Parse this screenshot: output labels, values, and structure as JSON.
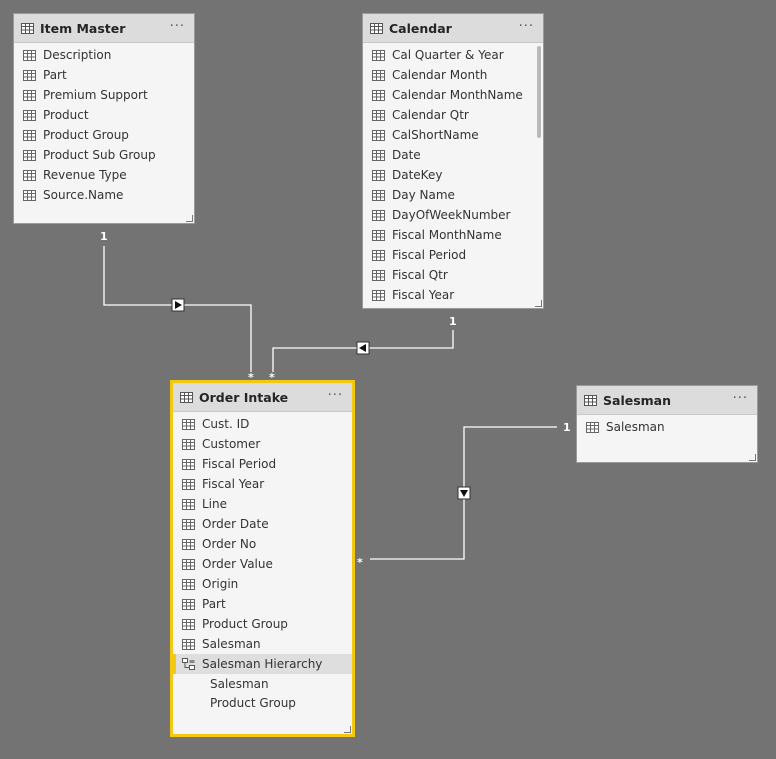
{
  "tables": {
    "item_master": {
      "title": "Item Master",
      "more": "···",
      "fields": [
        "Description",
        "Part",
        "Premium Support",
        "Product",
        "Product Group",
        "Product Sub Group",
        "Revenue Type",
        "Source.Name"
      ]
    },
    "calendar": {
      "title": "Calendar",
      "more": "···",
      "fields": [
        "Cal Quarter & Year",
        "Calendar Month",
        "Calendar MonthName",
        "Calendar Qtr",
        "CalShortName",
        "Date",
        "DateKey",
        "Day Name",
        "DayOfWeekNumber",
        "Fiscal MonthName",
        "Fiscal Period",
        "Fiscal Qtr",
        "Fiscal Year"
      ]
    },
    "order_intake": {
      "title": "Order Intake",
      "more": "···",
      "fields": [
        "Cust. ID",
        "Customer",
        "Fiscal Period",
        "Fiscal Year",
        "Line",
        "Order Date",
        "Order No",
        "Order Value",
        "Origin",
        "Part",
        "Product Group",
        "Salesman"
      ],
      "hierarchy": {
        "label": "Salesman Hierarchy",
        "levels": [
          "Salesman",
          "Product Group"
        ]
      }
    },
    "salesman": {
      "title": "Salesman",
      "more": "···",
      "fields": [
        "Salesman"
      ]
    }
  },
  "relationships": [
    {
      "from": "Item Master",
      "to": "Order Intake",
      "one": "1",
      "many": "*"
    },
    {
      "from": "Calendar",
      "to": "Order Intake",
      "one": "1",
      "many": "*"
    },
    {
      "from": "Salesman",
      "to": "Order Intake",
      "one": "1",
      "many": "*"
    }
  ],
  "colors": {
    "canvas": "#737373",
    "selected_border": "#f2c811",
    "line": "#ffffff"
  }
}
